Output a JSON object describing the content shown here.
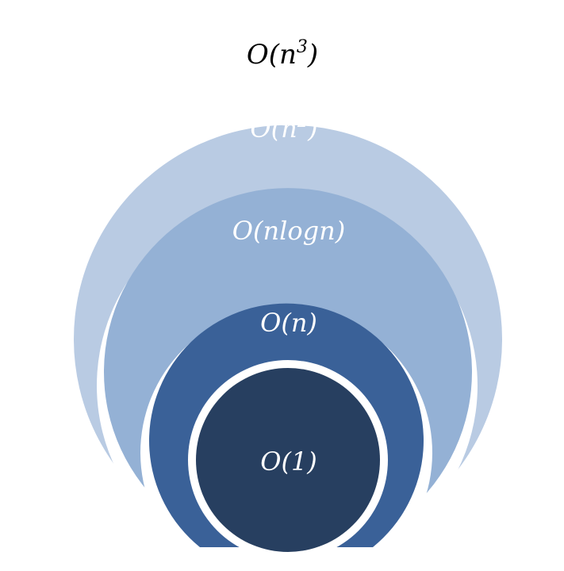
{
  "diagram": {
    "outer_label": {
      "base": "O(n",
      "sup": "3",
      "close": ")"
    },
    "layers": [
      {
        "label": "O(n",
        "sup": "2",
        "close": ")",
        "fill": "#b9cbe3",
        "text_color": "#ffffff"
      },
      {
        "label": "O(nlogn)",
        "sup": "",
        "close": "",
        "fill": "#94b1d5",
        "text_color": "#ffffff"
      },
      {
        "label": "O(n)",
        "sup": "",
        "close": "",
        "fill": "#3a6198",
        "text_color": "#ffffff"
      },
      {
        "label": "O(1)",
        "sup": "",
        "close": "",
        "fill": "#273f60",
        "text_color": "#ffffff"
      }
    ],
    "outer_label_color": "#000000",
    "ring_gap_color": "#ffffff"
  }
}
